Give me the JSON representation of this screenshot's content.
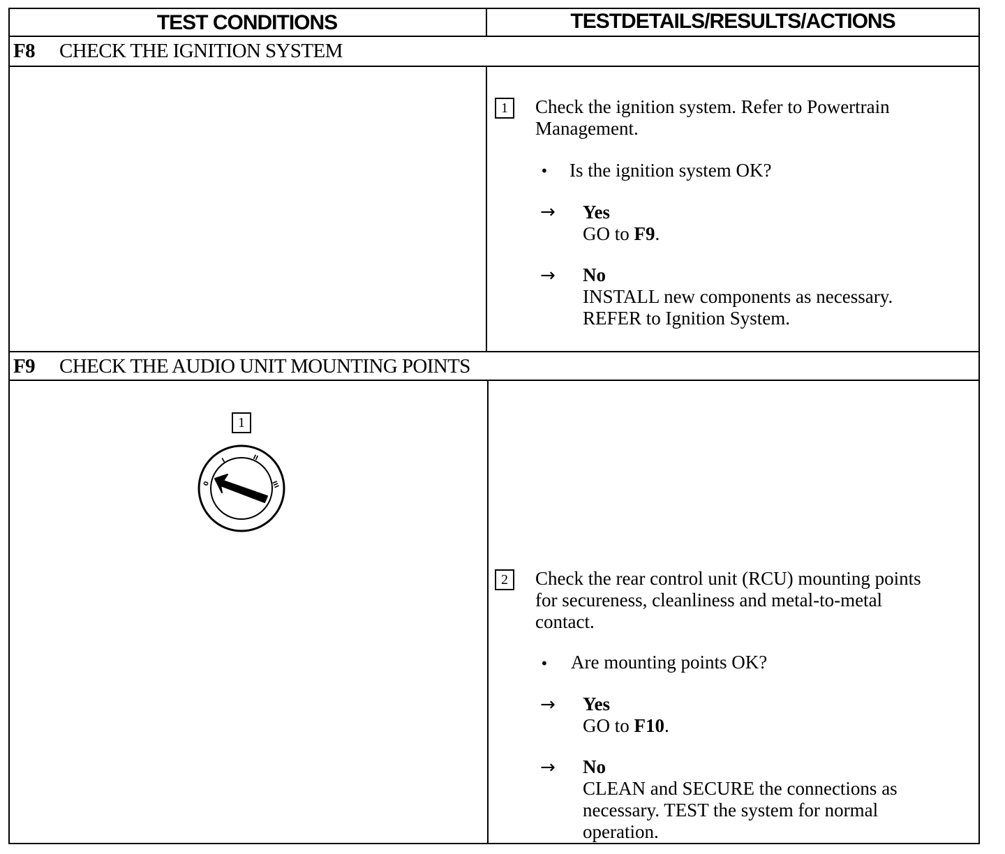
{
  "header": {
    "col1": "TEST CONDITIONS",
    "col2": "TESTDETAILS/RESULTS/ACTIONS"
  },
  "sections": [
    {
      "code": "F8",
      "title": "CHECK THE IGNITION SYSTEM",
      "steps": [
        {
          "number": "1",
          "text_lines": [
            "Check the ignition system. Refer to Powertrain",
            "Management."
          ],
          "question": "Is the ignition system OK?",
          "yes": {
            "label": "Yes",
            "action_prefix": "GO to ",
            "action_ref": "F9",
            "action_suffix": "."
          },
          "no": {
            "label": "No",
            "lines": [
              "INSTALL new components as necessary.",
              "REFER to Ignition System."
            ]
          }
        }
      ]
    },
    {
      "code": "F9",
      "title": "CHECK THE AUDIO UNIT MOUNTING POINTS",
      "figure": {
        "callout": "1",
        "icon": "ignition-switch-icon",
        "positions": [
          "0",
          "I",
          "II",
          "III"
        ]
      },
      "steps": [
        {
          "number": "2",
          "text_lines": [
            "Check the rear control unit (RCU) mounting points",
            "for secureness, cleanliness and metal-to-metal",
            "contact."
          ],
          "question": "Are mounting points OK?",
          "yes": {
            "label": "Yes",
            "action_prefix": "GO to ",
            "action_ref": "F10",
            "action_suffix": "."
          },
          "no": {
            "label": "No",
            "lines": [
              "CLEAN and SECURE the connections as",
              "necessary. TEST the system for normal",
              "operation."
            ]
          }
        }
      ]
    }
  ],
  "symbols": {
    "arrow": "→",
    "bullet": "•"
  }
}
